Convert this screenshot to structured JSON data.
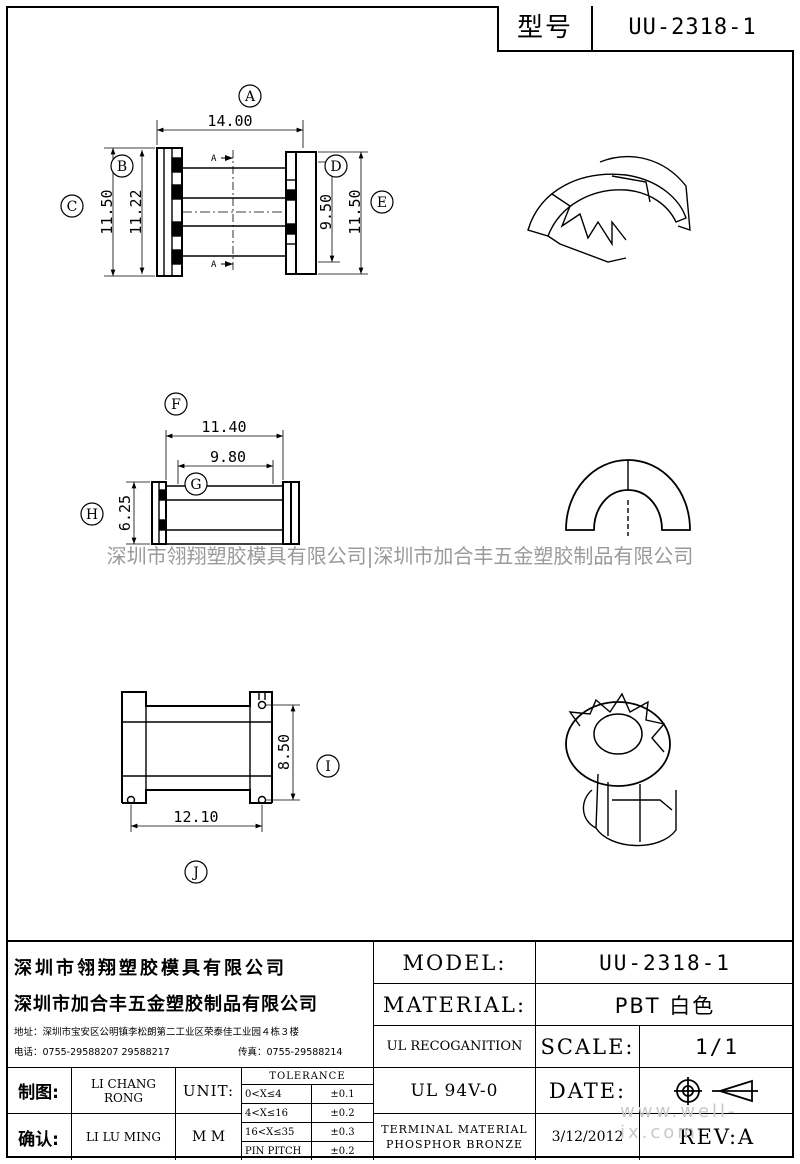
{
  "header": {
    "label": "型号",
    "model": "UU-2318-1"
  },
  "dims": {
    "A": "A",
    "B": "B",
    "C": "C",
    "D": "D",
    "E": "E",
    "F": "F",
    "G": "G",
    "H": "H",
    "I": "I",
    "J": "J",
    "d_14": "14.00",
    "d_1150a": "11.50",
    "d_1122": "11.22",
    "d_950": "9.50",
    "d_1150b": "11.50",
    "d_1140": "11.40",
    "d_980": "9.80",
    "d_625": "6.25",
    "d_850": "8.50",
    "d_1210": "12.10",
    "section": "A"
  },
  "watermark": "深圳市翎翔塑胶模具有限公司|深圳市加合丰五金塑胶制品有限公司",
  "watermark2": "www.well-ix.com",
  "titleblock": {
    "company1": "深圳市翎翔塑胶模具有限公司",
    "company2": "深圳市加合丰五金塑胶制品有限公司",
    "address": "地址：深圳市宝安区公明镇李松朗第二工业区荣泰佳工业园４栋３楼",
    "phone": "电话：0755-29588207  29588217",
    "fax": "传真：0755-29588214",
    "model_label": "MODEL:",
    "model_value": "UU-2318-1",
    "material_label": "MATERIAL:",
    "material_value": "PBT 白色",
    "ul_label": "UL RECOGANITION",
    "scale_label": "SCALE:",
    "scale_value": "1/1",
    "ul_value": "UL 94V-0",
    "date_label": "DATE:",
    "terminal_line1": "TERMINAL MATERIAL",
    "terminal_line2": "PHOSPHOR  BRONZE",
    "date_value": "3/12/2012",
    "rev_label": "REV:A",
    "drawn_label": "制图:",
    "drawn_name": "LI CHANG RONG",
    "check_label": "确认:",
    "check_name": "LI LU MING",
    "unit_label": "UNIT:",
    "unit_value": "M M",
    "tolerance_title": "TOLERANCE",
    "tol_rows": [
      {
        "range": "0<X≤4",
        "value": "±0.1"
      },
      {
        "range": "4<X≤16",
        "value": "±0.2"
      },
      {
        "range": "16<X≤35",
        "value": "±0.3"
      },
      {
        "range": "PIN PITCH",
        "value": "±0.2"
      }
    ]
  }
}
